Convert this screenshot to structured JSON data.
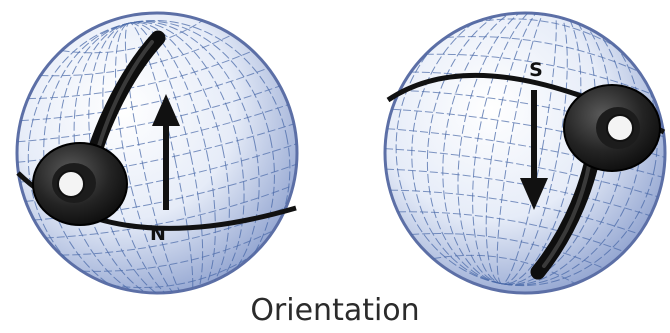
{
  "caption": "Orientation",
  "globes": [
    {
      "direction_label": "N",
      "arrow": "up"
    },
    {
      "direction_label": "S",
      "arrow": "down"
    }
  ],
  "colors": {
    "grid": "#4a6aa8",
    "sphere_light": "#ffffff",
    "sphere_mid": "#dde4f4",
    "sphere_edge": "#7e92c4",
    "outline": "#5c6fa6",
    "equator": "#111111",
    "earpiece_dark": "#1c1c1c",
    "earpiece_light": "#f4f4f4"
  }
}
